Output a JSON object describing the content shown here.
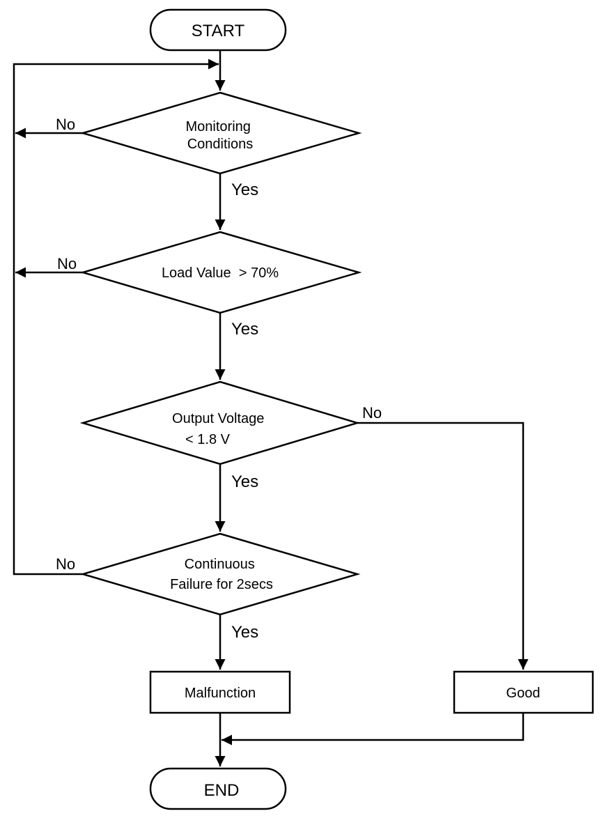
{
  "terminals": {
    "start": "START",
    "end": "END"
  },
  "decisions": {
    "monitoring": [
      "Monitoring",
      "Conditions"
    ],
    "load": [
      "Load Value  > 70%"
    ],
    "voltage": [
      "Output Voltage",
      "< 1.8 V"
    ],
    "continuous": [
      "Continuous",
      "Failure for 2secs"
    ]
  },
  "processes": {
    "malfunction": "Malfunction",
    "good": "Good"
  },
  "branch_labels": {
    "yes": "Yes",
    "no": "No"
  }
}
